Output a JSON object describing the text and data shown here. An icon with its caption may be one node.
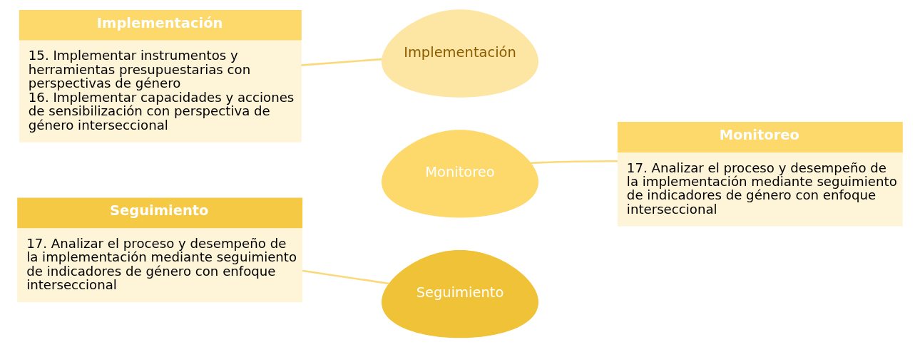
{
  "diagram": {
    "nodes": [
      {
        "text": [
          "Implementación",
          "15. Implementar instrumentos y herramientas presupuestarias con perspectivas de género",
          "16. Implementar capacidades y acciones de sensibilización con perspectiva de género interseccional"
        ]
      },
      {
        "text": [
          "Implementación"
        ]
      },
      {
        "text": [
          "Monitoreo",
          "17. Analizar el proceso y desempeño de la implementación mediante seguimiento de indicadores de género con enfoque interseccional"
        ]
      },
      {
        "text": [
          "Monitoreo"
        ]
      },
      {
        "text": [
          "Seguimiento",
          "17. Analizar el proceso y desempeño de la implementación mediante seguimiento de indicadores de género con enfoque interseccional"
        ]
      },
      {
        "text": [
          "Seguimiento"
        ]
      }
    ],
    "edges": [
      {
        "from": 0,
        "to": 1,
        "arrow": "none"
      },
      {
        "from": 2,
        "to": 3,
        "arrow": "none"
      },
      {
        "from": 4,
        "to": 5,
        "arrow": "none"
      }
    ]
  }
}
